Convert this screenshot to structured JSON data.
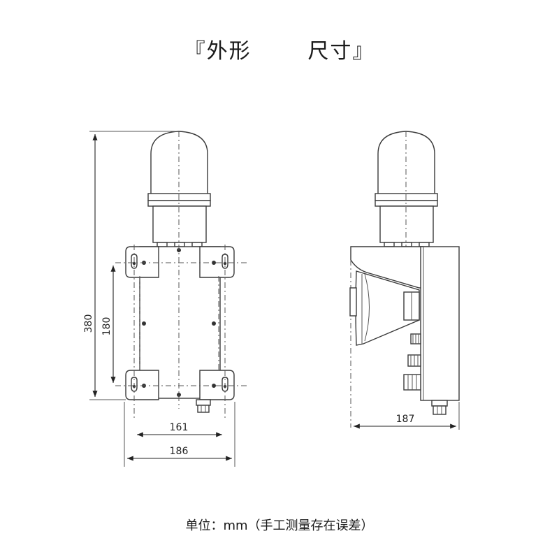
{
  "title": "『外形       尺寸』",
  "footer": "单位：mm（手工测量存在误差）",
  "dimensions": {
    "total_height": "380",
    "hole_spacing_vertical": "180",
    "hole_spacing_horizontal": "161",
    "front_width": "186",
    "side_depth": "187"
  }
}
